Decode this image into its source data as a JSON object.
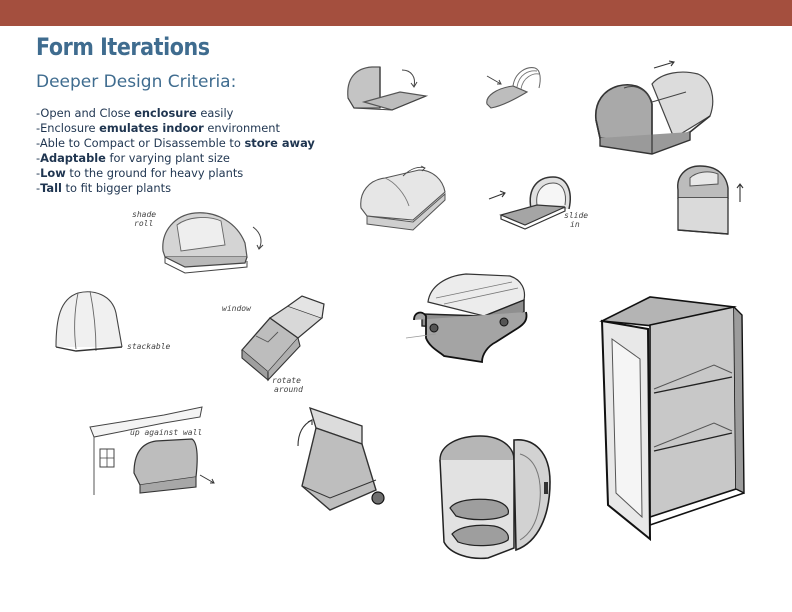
{
  "header": {
    "bar_color": "#a44f3e"
  },
  "slide": {
    "title": "Form Iterations",
    "subtitle": "Deeper Design Criteria:",
    "criteria": [
      {
        "pre": "-Open and Close ",
        "bold": "enclosure",
        "mid": " easily",
        "bold2": "",
        "post": ""
      },
      {
        "pre": "-Enclosure ",
        "bold": "emulates indoor",
        "mid": " environment",
        "bold2": "",
        "post": ""
      },
      {
        "pre": "-Able to Compact or Disassemble to ",
        "bold": "store away",
        "mid": "",
        "bold2": "",
        "post": ""
      },
      {
        "pre": "-",
        "bold": "Adaptable",
        "mid": " for varying plant size",
        "bold2": "",
        "post": ""
      },
      {
        "pre": "-",
        "bold": "Low",
        "mid": " to the ground for heavy plants",
        "bold2": "",
        "post": ""
      },
      {
        "pre": "-",
        "bold": "Tall",
        "mid": " to fit bigger plants",
        "bold2": "",
        "post": ""
      }
    ]
  },
  "sketch_notes": {
    "shade_roll": [
      "shade",
      "roll"
    ],
    "stackable": "stackable",
    "window": "window",
    "rotate_around": [
      "rotate",
      "around"
    ],
    "slide_in": [
      "slide",
      "in"
    ],
    "up_against_wall": "up against wall"
  },
  "colors": {
    "title": "#3f6c8f",
    "body_text": "#1f3550",
    "sketch_fill": "#b9b9b9",
    "sketch_line": "#2b2b2b"
  }
}
